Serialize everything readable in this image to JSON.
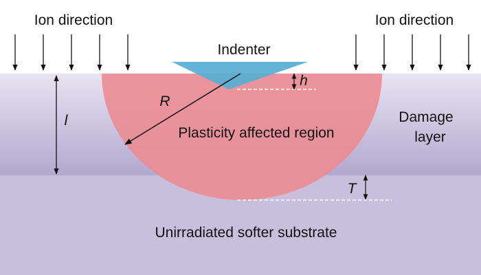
{
  "labels": {
    "ion_direction_left": "Ion direction",
    "ion_direction_right": "Ion direction",
    "indenter": "Indenter",
    "radius": "R",
    "depth": "h",
    "layer_thickness": "l",
    "gap": "T",
    "plastic_region": "Plasticity affected region",
    "damage_layer_line1": "Damage",
    "damage_layer_line2": "layer",
    "substrate": "Unirradiated softer substrate"
  },
  "colors": {
    "damage_layer_top": "#e6e1f0",
    "damage_layer_bottom": "#b3aad0",
    "substrate": "#c8bfdc",
    "plastic_region": "#ec8e95",
    "indenter": "#56aed4",
    "arrow": "#111111",
    "dashed_line": "#ffffff"
  }
}
